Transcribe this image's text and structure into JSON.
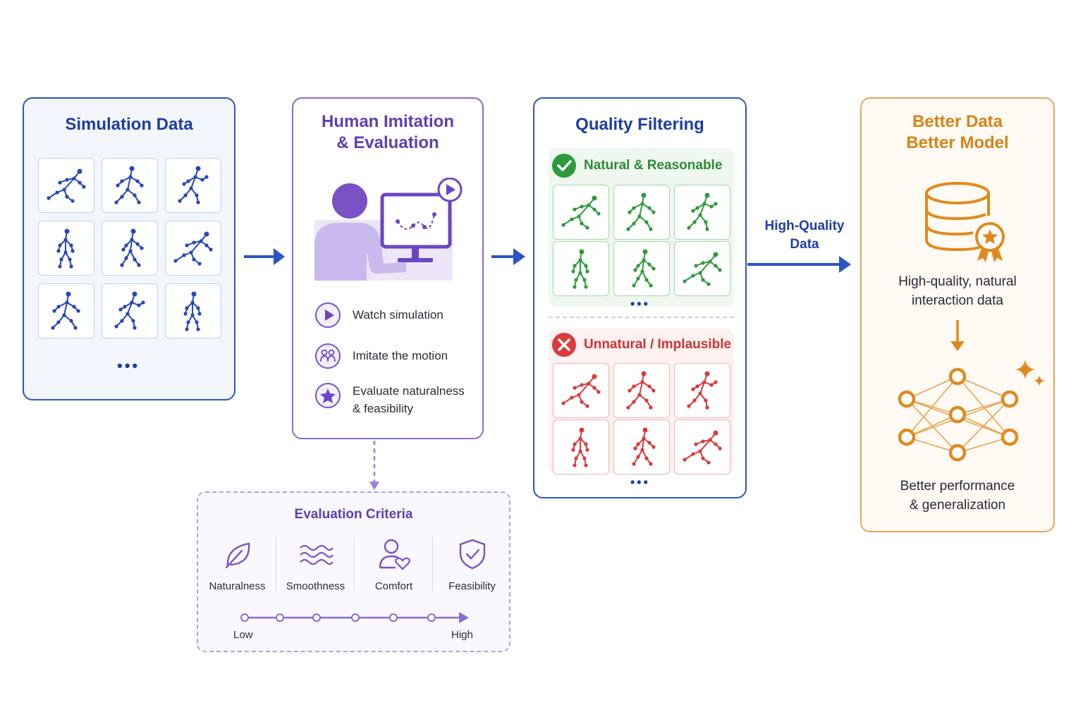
{
  "simulation": {
    "title": "Simulation Data",
    "more": "•••"
  },
  "human": {
    "title_line1": "Human Imitation",
    "title_line2": "& Evaluation",
    "steps": [
      {
        "icon": "play-icon",
        "lines": [
          "Watch simulation"
        ]
      },
      {
        "icon": "people-icon",
        "lines": [
          "Imitate the motion"
        ]
      },
      {
        "icon": "star-icon",
        "lines": [
          "Evaluate naturalness",
          "& feasibility"
        ]
      }
    ]
  },
  "quality": {
    "title": "Quality Filtering",
    "good_label": "Natural & Reasonable",
    "bad_label": "Unnatural / Implausible",
    "more": "•••"
  },
  "transfer": {
    "label_line1": "High-Quality",
    "label_line2": "Data"
  },
  "result": {
    "title_line1": "Better Data",
    "title_line2": "Better Model",
    "data_line1": "High-quality, natural",
    "data_line2": "interaction data",
    "model_line1": "Better performance",
    "model_line2": "& generalization"
  },
  "criteria": {
    "title": "Evaluation Criteria",
    "items": [
      {
        "label": "Naturalness",
        "icon": "leaf-icon"
      },
      {
        "label": "Smoothness",
        "icon": "waves-icon"
      },
      {
        "label": "Comfort",
        "icon": "person-heart-icon"
      },
      {
        "label": "Feasibility",
        "icon": "shield-check-icon"
      }
    ],
    "scale_low": "Low",
    "scale_high": "High"
  },
  "colors": {
    "blue": "#2d54c4",
    "purple": "#8b6cd0",
    "green": "#2e9a3c",
    "red": "#d93a3a",
    "orange": "#e08a1e"
  }
}
